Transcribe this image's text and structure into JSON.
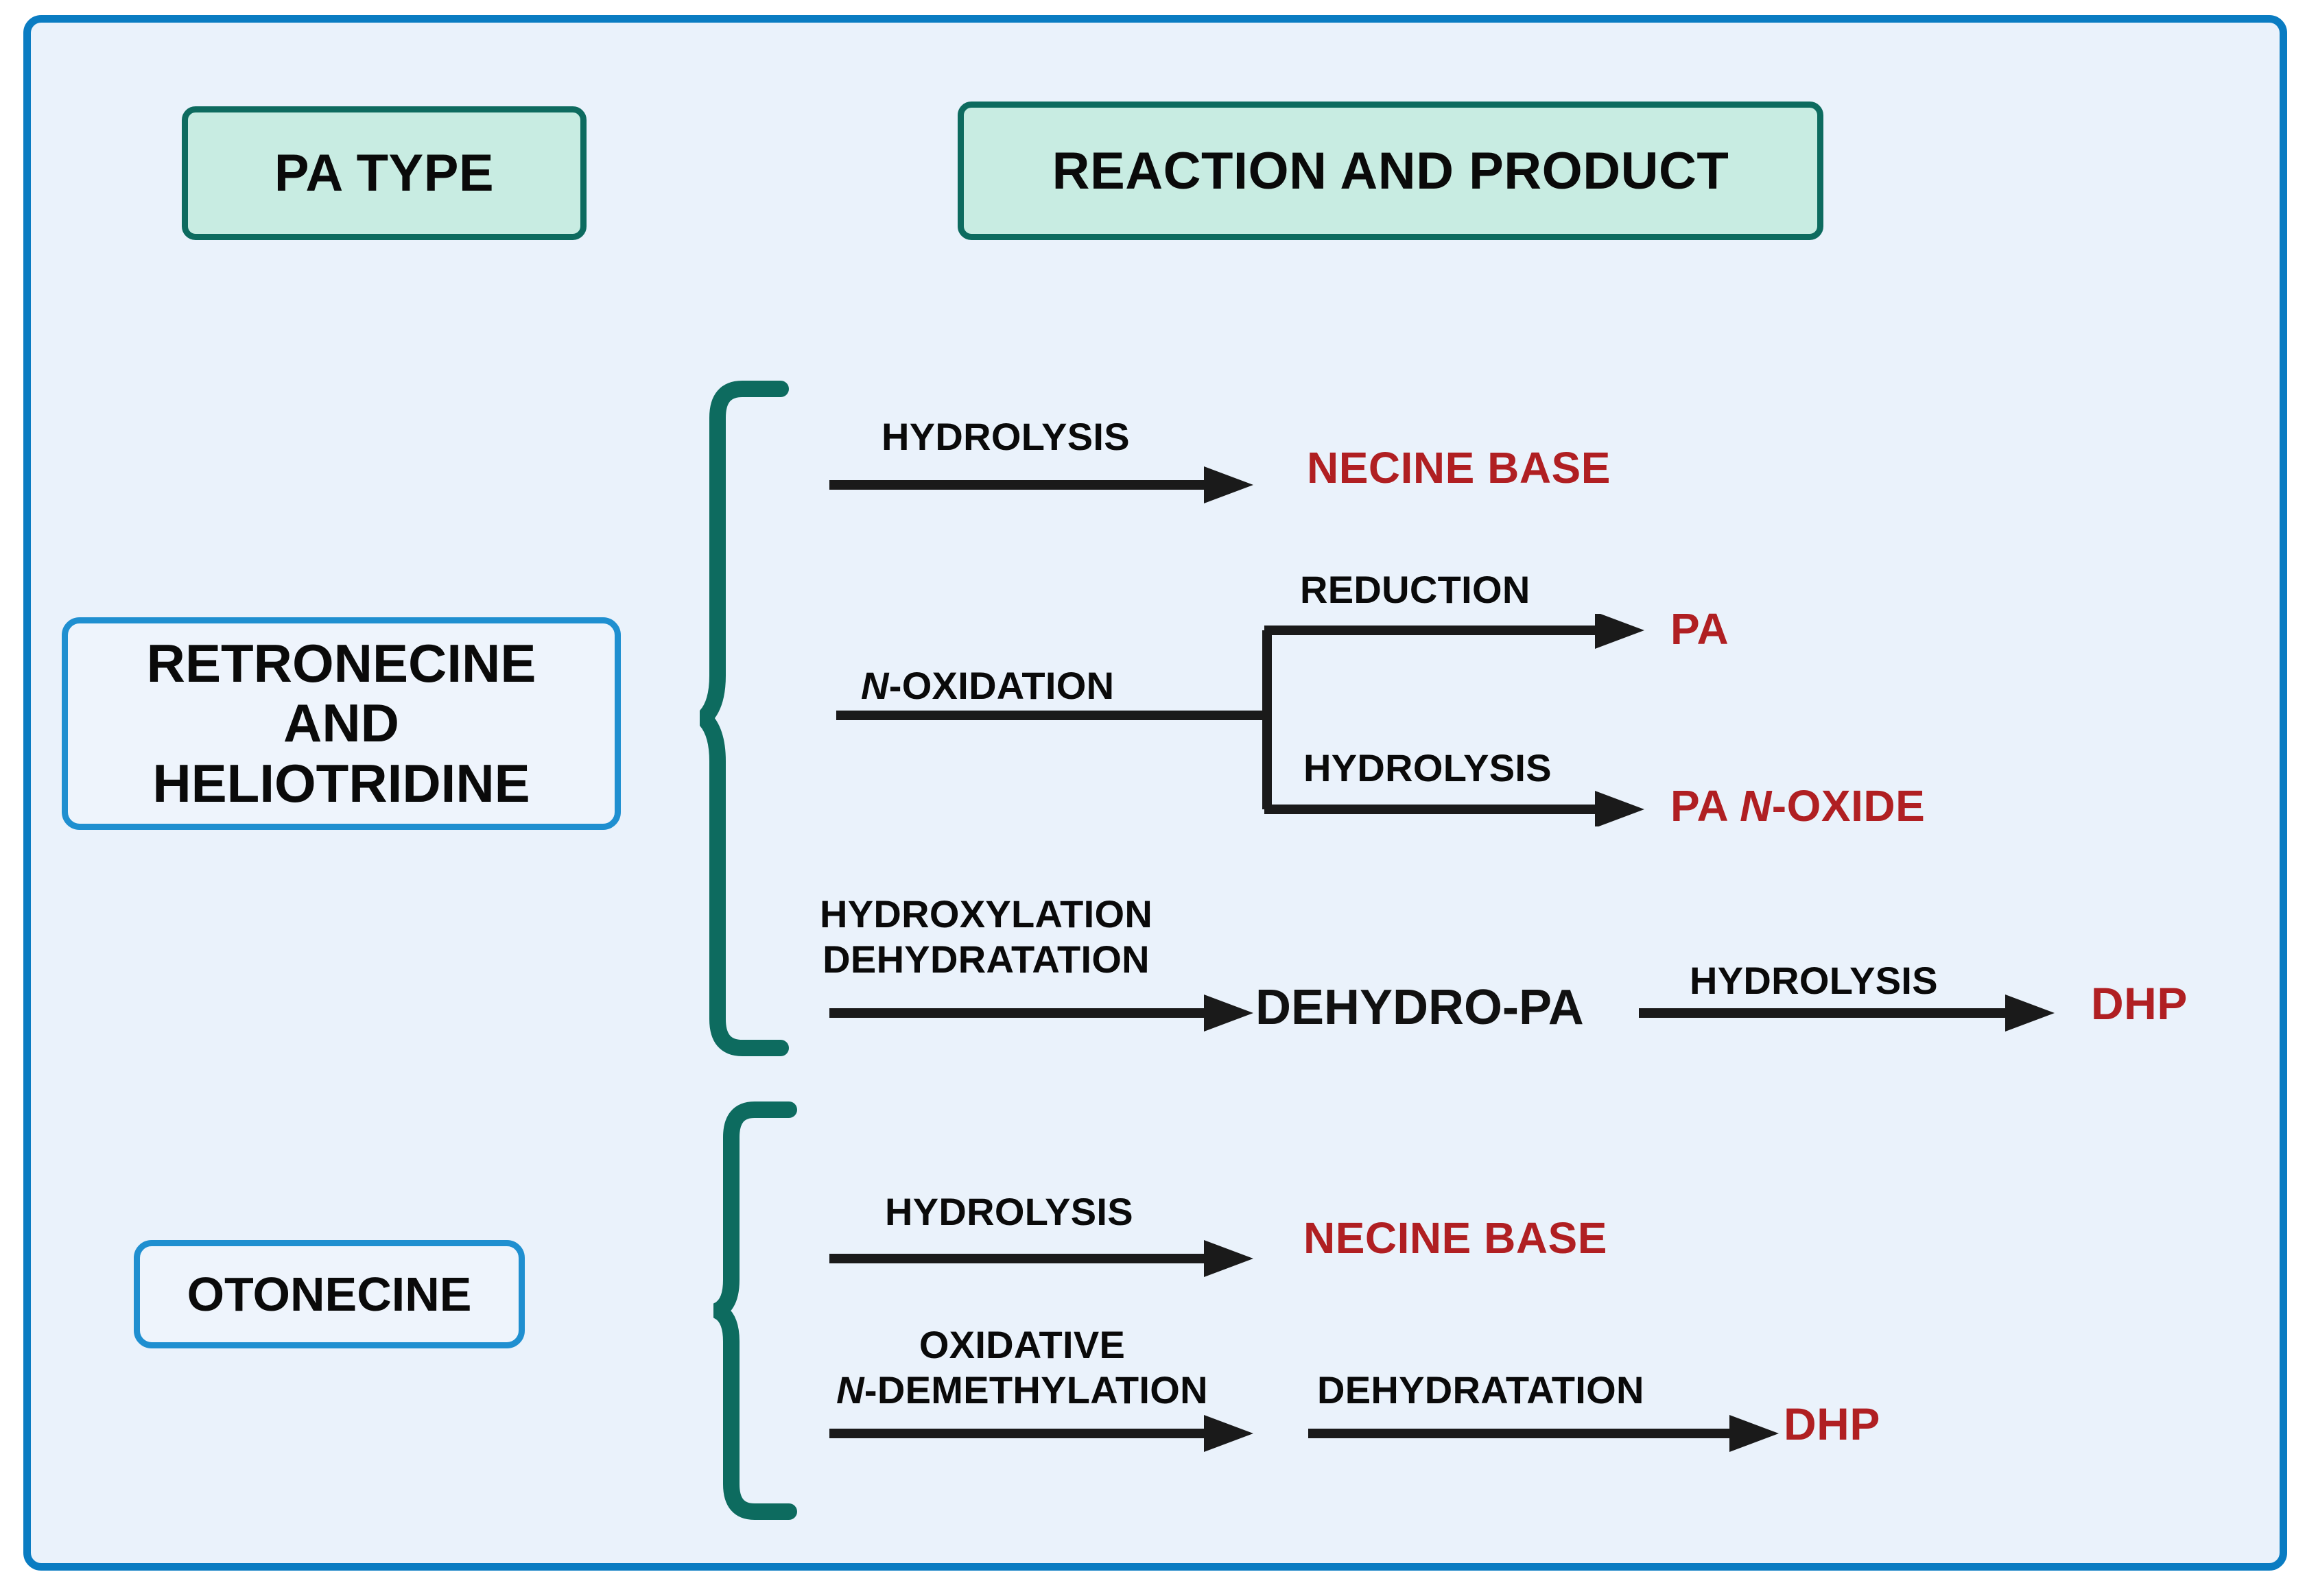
{
  "figure": {
    "background_color": "#eaf2fb",
    "frame_color": "#0a7cc2",
    "accent_teal": "#0d6b5f",
    "product_red": "#b01f22",
    "type_box_blue": "#1f8fd0",
    "header_fill": "#c8ece2"
  },
  "headers": {
    "pa_type": "PA TYPE",
    "reaction_and_product": "REACTION AND PRODUCT"
  },
  "pa_types": [
    {
      "id": "retronecine",
      "label": "RETRONECINE\nAND\nHELIOTRIDINE"
    },
    {
      "id": "otonecine",
      "label": "OTONECINE"
    }
  ],
  "retronecine_rows": {
    "row1": {
      "reaction_label": "HYDROLYSIS",
      "product": "NECINE BASE"
    },
    "row2": {
      "reaction_label_prefix": "N",
      "reaction_label_rest": "-OXIDATION",
      "branch_top": {
        "reaction_label": "REDUCTION",
        "product": "PA"
      },
      "branch_bottom": {
        "reaction_label": "HYDROLYSIS",
        "product_prefix": "PA ",
        "product_italic": "N",
        "product_rest": "-OXIDE"
      }
    },
    "row3": {
      "reaction_label_line1": "HYDROXYLATION",
      "reaction_label_line2": "DEHYDRATATION",
      "intermediate": "DEHYDRO-PA",
      "second_reaction_label": "HYDROLYSIS",
      "product": "DHP"
    }
  },
  "otonecine_rows": {
    "row1": {
      "reaction_label": "HYDROLYSIS",
      "product": "NECINE BASE"
    },
    "row2": {
      "reaction_label_line1": "OXIDATIVE",
      "reaction_label_line2_prefix": "N",
      "reaction_label_line2_rest": "-DEMETHYLATION",
      "second_reaction_label": "DEHYDRATATION",
      "product": "DHP"
    }
  },
  "icons": {
    "brace": "curly-brace-icon",
    "arrow": "right-arrow-icon"
  }
}
